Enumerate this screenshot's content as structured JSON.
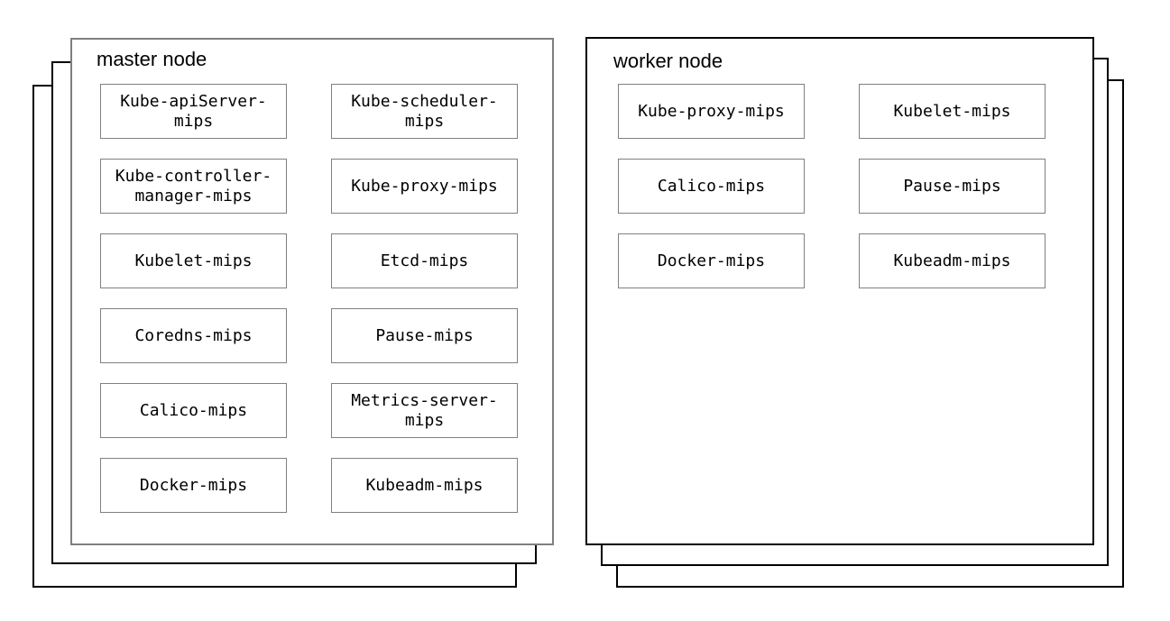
{
  "master": {
    "title": "master node",
    "boxes": [
      "Kube-apiServer-mips",
      "Kube-scheduler-mips",
      "Kube-controller-manager-mips",
      "Kube-proxy-mips",
      "Kubelet-mips",
      "Etcd-mips",
      "Coredns-mips",
      "Pause-mips",
      "Calico-mips",
      "Metrics-server-mips",
      "Docker-mips",
      "Kubeadm-mips"
    ]
  },
  "worker": {
    "title": "worker node",
    "boxes": [
      "Kube-proxy-mips",
      "Kubelet-mips",
      "Calico-mips",
      "Pause-mips",
      "Docker-mips",
      "Kubeadm-mips"
    ]
  },
  "colors": {
    "background": "#ffffff",
    "master_main_border": "#7f7f7f",
    "worker_main_border": "#000000",
    "stack_layer_border": "#000000",
    "component_border": "#808080",
    "text": "#000000"
  }
}
